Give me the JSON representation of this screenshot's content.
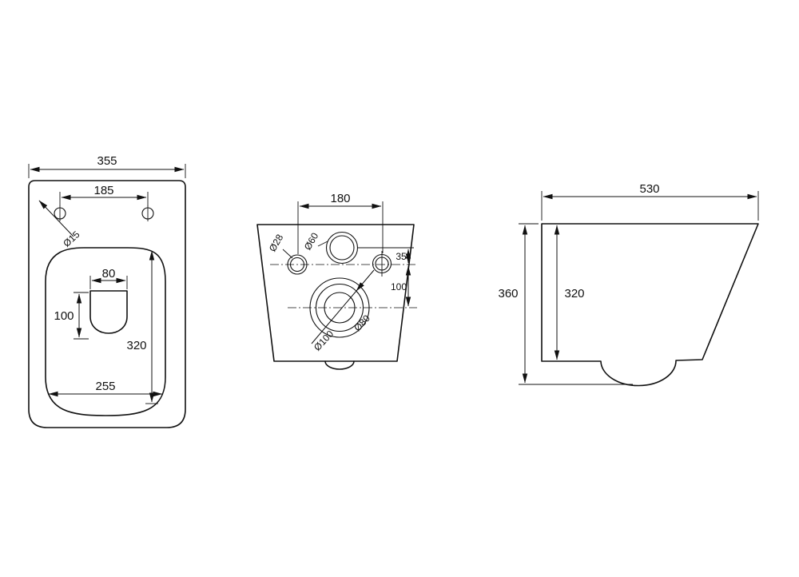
{
  "drawing_labels": {
    "top_view": {
      "overall_width": "355",
      "hole_spacing": "185",
      "hole_diameter": "Ø15",
      "flush_width": "80",
      "flush_depth": "100",
      "bowl_depth": "320",
      "bowl_width": "255"
    },
    "rear_view": {
      "hole_spacing": "180",
      "small_inlet_diameter": "Ø28",
      "inlet_diameter": "Ø60",
      "offset_top": "35",
      "offset_outlet": "100",
      "outlet_inner_diameter": "Ø80",
      "outlet_outer_diameter": "Ø100"
    },
    "side_view": {
      "overall_depth": "530",
      "overall_height": "360",
      "body_height": "320"
    }
  }
}
